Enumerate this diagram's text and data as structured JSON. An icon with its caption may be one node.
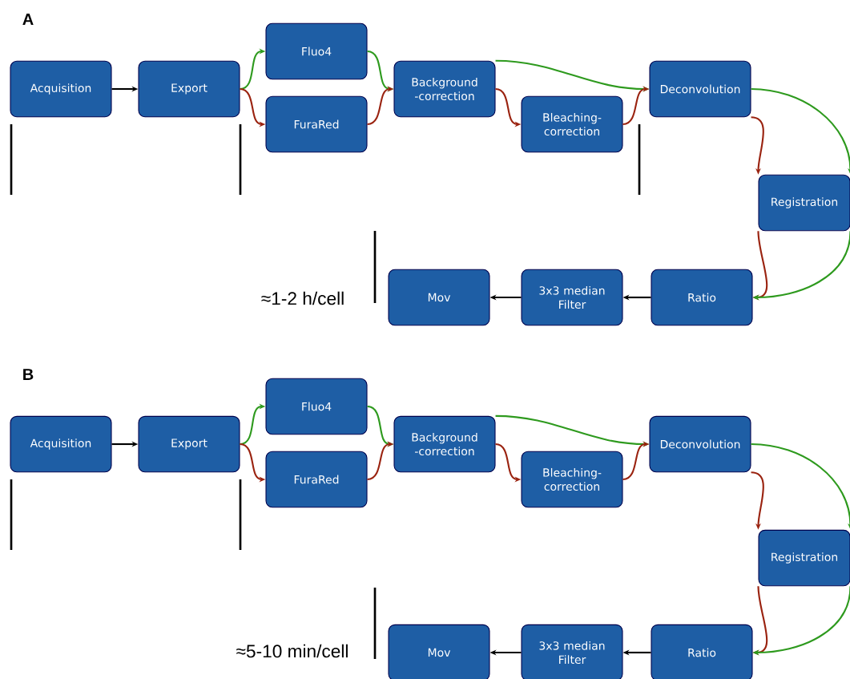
{
  "diagram": {
    "nodes": [
      {
        "text": [
          "Acquisition"
        ]
      },
      {
        "text": [
          "Export"
        ]
      },
      {
        "text": [
          "Fluo4"
        ]
      },
      {
        "text": [
          "FuraRed"
        ]
      },
      {
        "text": [
          "Background -correction"
        ]
      },
      {
        "text": [
          "Bleaching- correction"
        ]
      },
      {
        "text": [
          "Deconvolution"
        ]
      },
      {
        "text": [
          "Registration"
        ]
      },
      {
        "text": [
          "Ratio"
        ]
      },
      {
        "text": [
          "3x3 median Filter"
        ]
      },
      {
        "text": [
          "Mov"
        ]
      },
      {
        "text": [
          "Acquisition"
        ]
      },
      {
        "text": [
          "Export"
        ]
      },
      {
        "text": [
          "Fluo4"
        ]
      },
      {
        "text": [
          "FuraRed"
        ]
      },
      {
        "text": [
          "Background -correction"
        ]
      },
      {
        "text": [
          "Bleaching- correction"
        ]
      },
      {
        "text": [
          "Deconvolution"
        ]
      },
      {
        "text": [
          "Registration"
        ]
      },
      {
        "text": [
          "Ratio"
        ]
      },
      {
        "text": [
          "3x3 median Filter"
        ]
      },
      {
        "text": [
          "Mov"
        ]
      }
    ],
    "edges": [
      {
        "from": 0,
        "to": 1,
        "arrow": "to",
        "color": "#000000"
      },
      {
        "from": 1,
        "to": 2,
        "arrow": "to",
        "color": "#2e9a1e"
      },
      {
        "from": 1,
        "to": 3,
        "arrow": "to",
        "color": "#9a2310"
      },
      {
        "from": 2,
        "to": 4,
        "arrow": "to",
        "color": "#2e9a1e"
      },
      {
        "from": 3,
        "to": 4,
        "arrow": "to",
        "color": "#9a2310"
      },
      {
        "from": 4,
        "to": 6,
        "arrow": "to",
        "color": "#2e9a1e"
      },
      {
        "from": 4,
        "to": 5,
        "arrow": "to",
        "color": "#9a2310"
      },
      {
        "from": 5,
        "to": 6,
        "arrow": "to",
        "color": "#9a2310"
      },
      {
        "from": 6,
        "to": 7,
        "arrow": "to",
        "color": "#9a2310"
      },
      {
        "from": 6,
        "to": 7,
        "arrow": "to",
        "color": "#2e9a1e"
      },
      {
        "from": 7,
        "to": 8,
        "arrow": "to",
        "color": "#9a2310"
      },
      {
        "from": 7,
        "to": 8,
        "arrow": "to",
        "color": "#2e9a1e"
      },
      {
        "from": 8,
        "to": 9,
        "arrow": "to",
        "color": "#000000"
      },
      {
        "from": 9,
        "to": 10,
        "arrow": "to",
        "color": "#000000"
      },
      {
        "from": 11,
        "to": 12,
        "arrow": "to",
        "color": "#000000"
      },
      {
        "from": 12,
        "to": 13,
        "arrow": "to",
        "color": "#2e9a1e"
      },
      {
        "from": 12,
        "to": 14,
        "arrow": "to",
        "color": "#9a2310"
      },
      {
        "from": 13,
        "to": 15,
        "arrow": "to",
        "color": "#2e9a1e"
      },
      {
        "from": 14,
        "to": 15,
        "arrow": "to",
        "color": "#9a2310"
      },
      {
        "from": 15,
        "to": 17,
        "arrow": "to",
        "color": "#2e9a1e"
      },
      {
        "from": 15,
        "to": 16,
        "arrow": "to",
        "color": "#9a2310"
      },
      {
        "from": 16,
        "to": 17,
        "arrow": "to",
        "color": "#9a2310"
      },
      {
        "from": 17,
        "to": 18,
        "arrow": "to",
        "color": "#9a2310"
      },
      {
        "from": 17,
        "to": 18,
        "arrow": "to",
        "color": "#2e9a1e"
      },
      {
        "from": 18,
        "to": 19,
        "arrow": "to",
        "color": "#9a2310"
      },
      {
        "from": 18,
        "to": 19,
        "arrow": "to",
        "color": "#2e9a1e"
      },
      {
        "from": 19,
        "to": 20,
        "arrow": "to",
        "color": "#000000"
      },
      {
        "from": 20,
        "to": 21,
        "arrow": "to",
        "color": "#000000"
      }
    ],
    "labels": [
      "A",
      "≈1-2 h/cell",
      "B",
      "≈5-10 min/cell"
    ]
  }
}
